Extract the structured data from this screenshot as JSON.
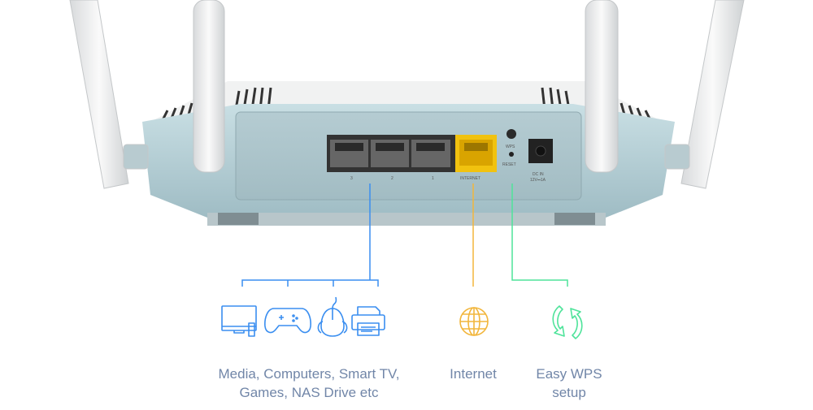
{
  "router": {
    "port_labels": [
      "3",
      "2",
      "1",
      "INTERNET"
    ],
    "button_labels": {
      "wps": "WPS",
      "reset": "RESET",
      "power_line1": "DC IN",
      "power_line2": "12V⎓1A"
    }
  },
  "callouts": [
    {
      "id": "lan",
      "label_line1": "Media, Computers, Smart TV,",
      "label_line2": "Games, NAS Drive etc",
      "icons": [
        "tv-icon",
        "gamepad-icon",
        "mouse-icon",
        "printer-icon"
      ],
      "color": "#3a8ef0"
    },
    {
      "id": "internet",
      "label_line1": "Internet",
      "icons": [
        "globe-icon"
      ],
      "color": "#f2b63c"
    },
    {
      "id": "wps",
      "label_line1": "Easy WPS",
      "label_line2": "setup",
      "icons": [
        "sync-arrows-icon"
      ],
      "color": "#4ee39a"
    }
  ]
}
